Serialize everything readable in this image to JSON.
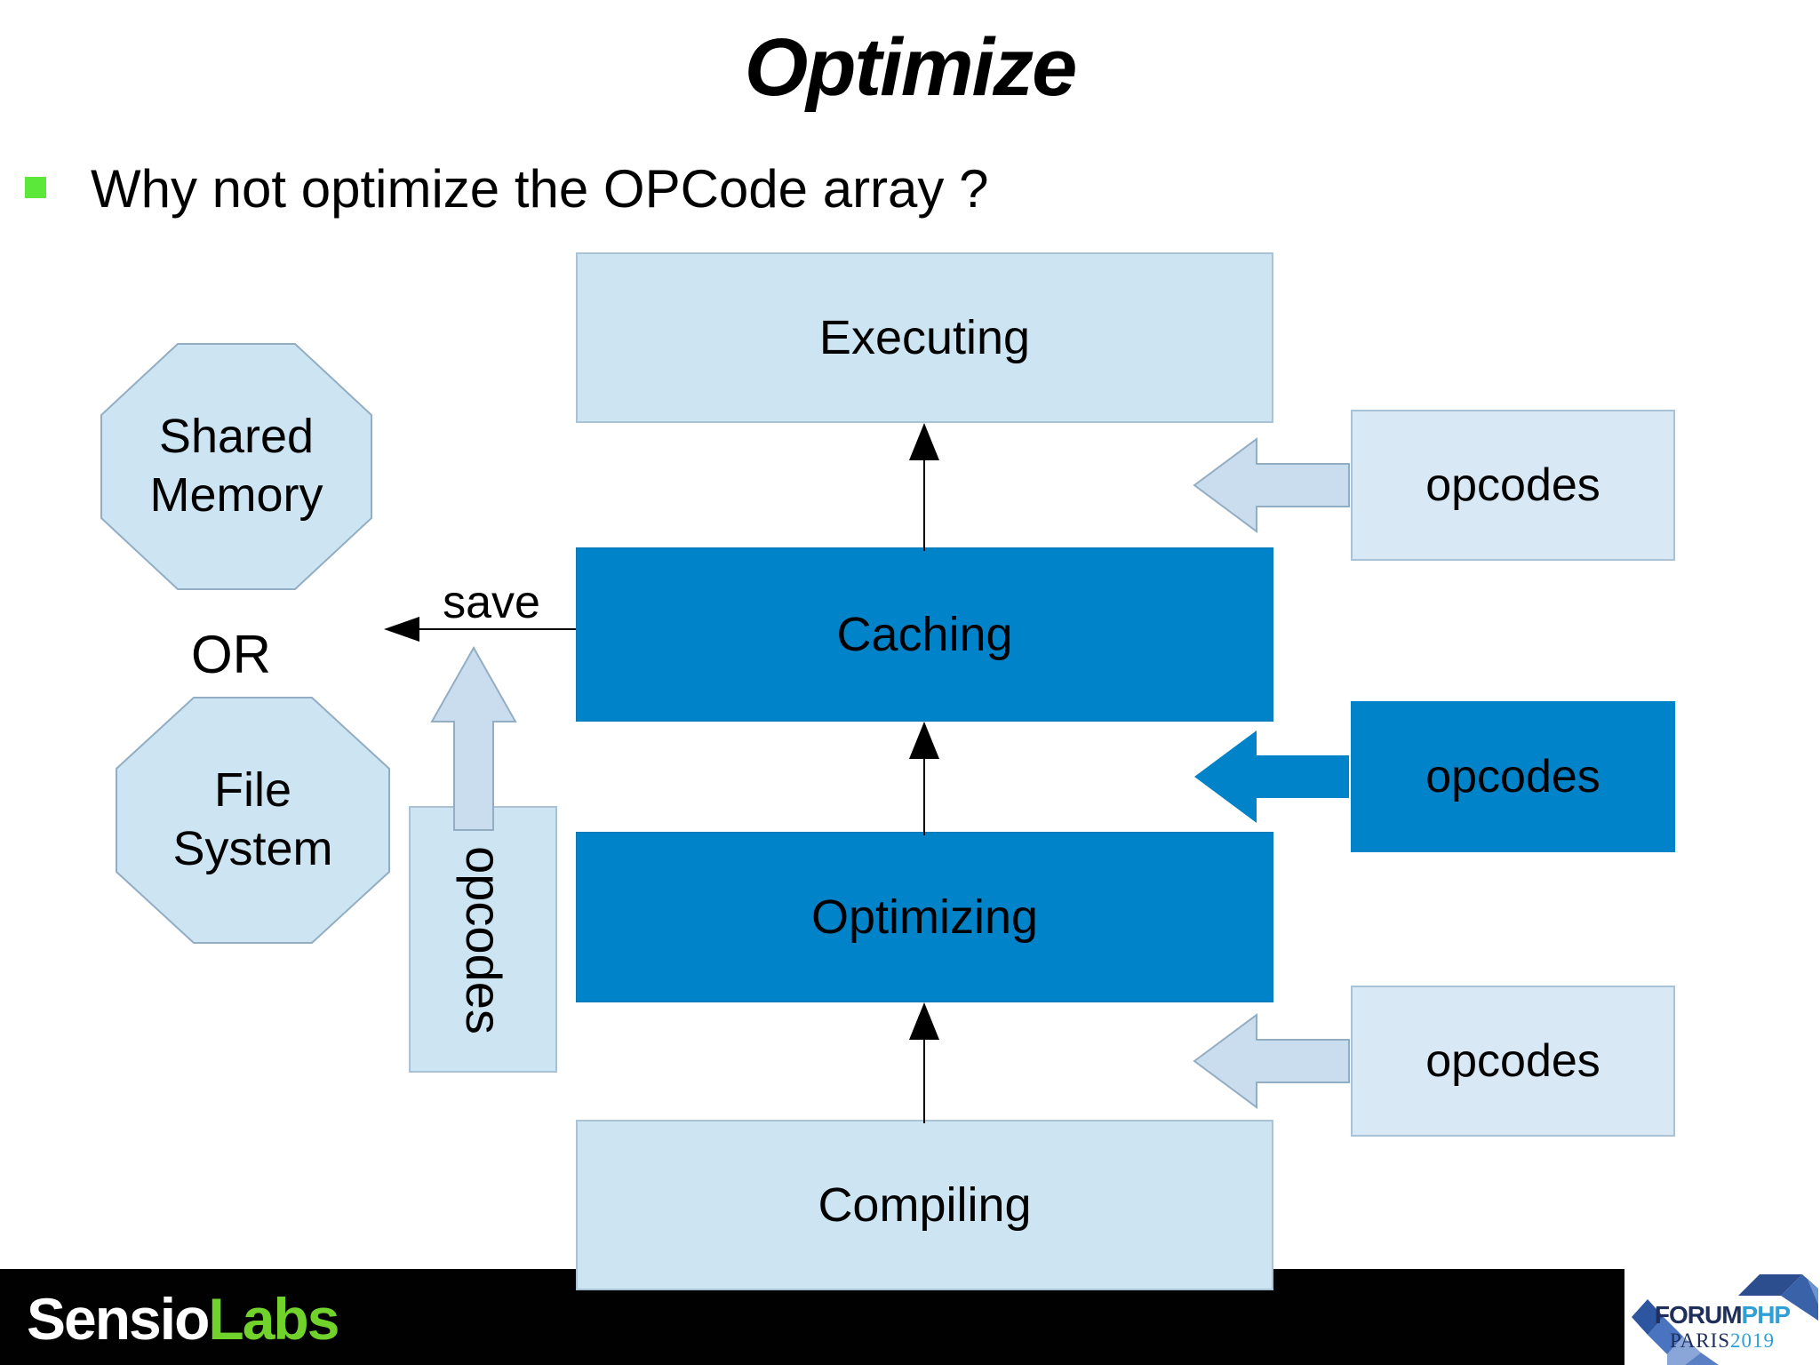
{
  "slide": {
    "title": "Optimize",
    "bullet_text": "Why not optimize the OPCode array ?"
  },
  "diagram": {
    "stages": [
      {
        "label": "Executing",
        "variant": "light"
      },
      {
        "label": "Caching",
        "variant": "dark"
      },
      {
        "label": "Optimizing",
        "variant": "dark"
      },
      {
        "label": "Compiling",
        "variant": "light"
      }
    ],
    "inputs": [
      {
        "label": "opcodes",
        "variant": "light"
      },
      {
        "label": "opcodes",
        "variant": "dark"
      },
      {
        "label": "opcodes",
        "variant": "light"
      }
    ],
    "storage": {
      "shared_memory_line1": "Shared",
      "shared_memory_line2": "Memory",
      "or_label": "OR",
      "file_system_line1": "File",
      "file_system_line2": "System",
      "save_label": "save",
      "opcodes_vertical_label": "opcodes"
    }
  },
  "footer": {
    "sensio": "Sensio",
    "labs": "Labs",
    "forum": "FORUM",
    "php": "PHP",
    "paris": "PARIS",
    "year": "2019"
  },
  "colors": {
    "dark_blue": "#0083c9",
    "light_blue_box": "#cde4f2",
    "input_light_box": "#d9e8f5",
    "block_arrow_light": "#c9ddef",
    "shape_border": "#93adc2",
    "bullet_green": "#5ce83a",
    "labs_green": "#70d22b",
    "logo_navy": "#1e2f5c",
    "logo_blue": "#2f9fd8",
    "footer_black": "#010101"
  }
}
